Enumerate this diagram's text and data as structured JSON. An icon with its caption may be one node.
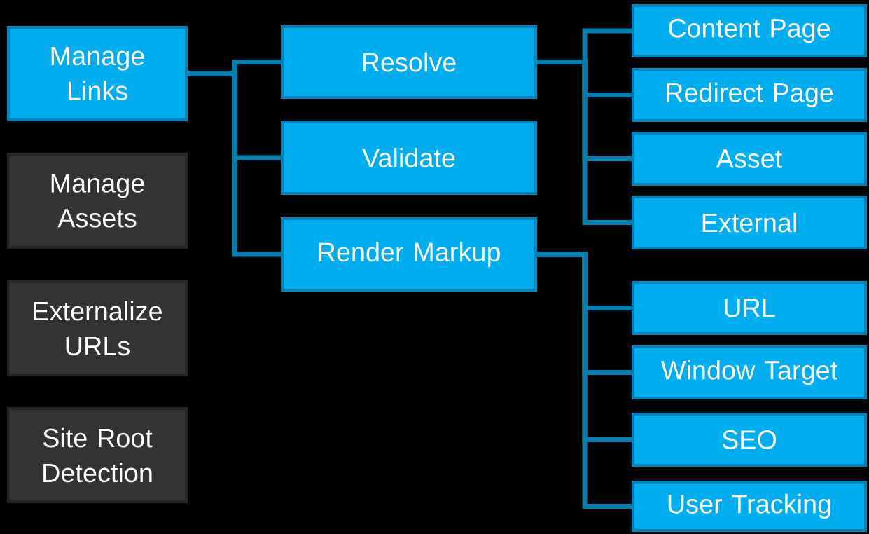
{
  "diagram": {
    "nodes": [
      {
        "text": [
          "Manage Links"
        ]
      },
      {
        "text": [
          "Manage Assets"
        ]
      },
      {
        "text": [
          "Externalize URLs"
        ]
      },
      {
        "text": [
          "Site Root Detection"
        ]
      },
      {
        "text": [
          "Resolve"
        ]
      },
      {
        "text": [
          "Validate"
        ]
      },
      {
        "text": [
          "Render Markup"
        ]
      },
      {
        "text": [
          "Content Page"
        ]
      },
      {
        "text": [
          "Redirect Page"
        ]
      },
      {
        "text": [
          "Asset"
        ]
      },
      {
        "text": [
          "External"
        ]
      },
      {
        "text": [
          "URL"
        ]
      },
      {
        "text": [
          "Window Target"
        ]
      },
      {
        "text": [
          "SEO"
        ]
      },
      {
        "text": [
          "User Tracking"
        ]
      }
    ],
    "edges": [
      {
        "from": 0,
        "to": 4,
        "arrow": "none"
      },
      {
        "from": 0,
        "to": 5,
        "arrow": "none"
      },
      {
        "from": 0,
        "to": 6,
        "arrow": "none"
      },
      {
        "from": 4,
        "to": 7,
        "arrow": "none"
      },
      {
        "from": 4,
        "to": 8,
        "arrow": "none"
      },
      {
        "from": 4,
        "to": 9,
        "arrow": "none"
      },
      {
        "from": 4,
        "to": 10,
        "arrow": "none"
      },
      {
        "from": 6,
        "to": 11,
        "arrow": "none"
      },
      {
        "from": 6,
        "to": 12,
        "arrow": "none"
      },
      {
        "from": 6,
        "to": 13,
        "arrow": "none"
      },
      {
        "from": 6,
        "to": 14,
        "arrow": "none"
      }
    ]
  }
}
